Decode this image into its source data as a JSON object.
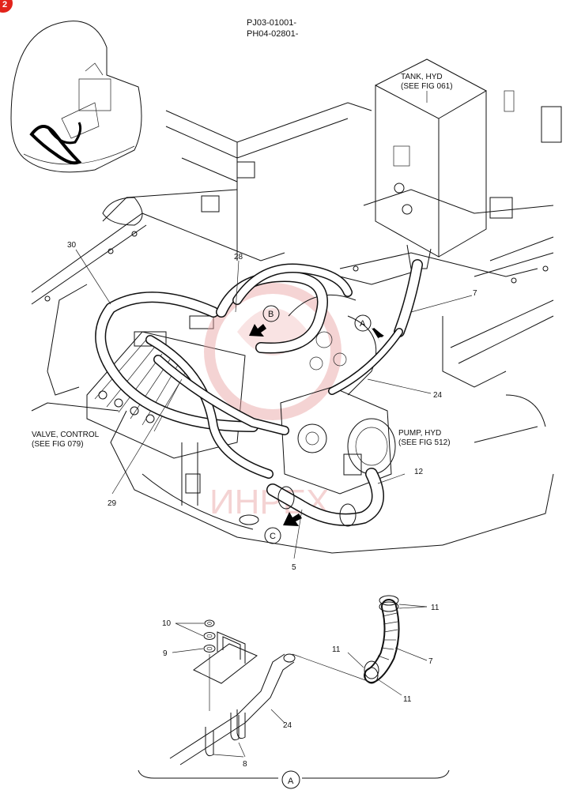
{
  "header": {
    "serial_line1": "PJ03-01001-",
    "serial_line2": "PH04-02801-"
  },
  "badge": {
    "text": "2",
    "color": "#e2231a"
  },
  "callouts": {
    "tank_line1": "TANK, HYD",
    "tank_line2": "(SEE FIG 061)",
    "valve_line1": "VALVE, CONTROL",
    "valve_line2": "(SEE FIG 079)",
    "pump_line1": "PUMP, HYD",
    "pump_line2": "(SEE FIG 512)"
  },
  "views": {
    "a": "A",
    "b": "B",
    "c": "C",
    "detail": "A"
  },
  "parts": {
    "p30": "30",
    "p28": "28",
    "p7": "7",
    "p24": "24",
    "p12": "12",
    "p29": "29",
    "p5": "5",
    "d10": "10",
    "d9": "9",
    "d24": "24",
    "d8": "8",
    "d11a": "11",
    "d11b": "11",
    "d11c": "11",
    "d7": "7"
  },
  "watermark": {
    "text": "ИНРЕХ",
    "color": "#e8a0a0"
  }
}
